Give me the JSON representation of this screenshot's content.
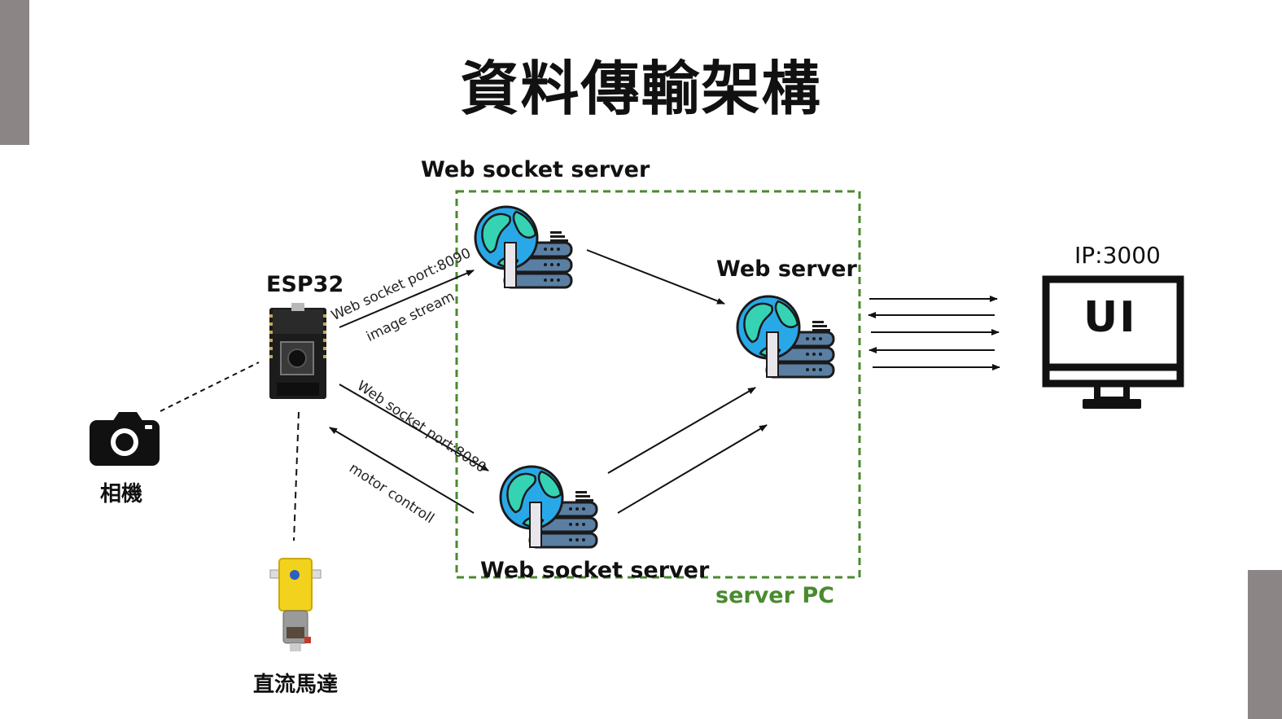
{
  "title": "資料傳輸架構",
  "labels": {
    "ws_server_top": "Web socket server",
    "ws_server_bottom": "Web socket server",
    "web_server": "Web server",
    "esp32": "ESP32",
    "camera": "相機",
    "motor": "直流馬達",
    "server_pc": "server PC",
    "ip": "IP:3000",
    "ui": "UI"
  },
  "edges": {
    "port_8090": "Web socket port:8090",
    "image_stream": "image stream",
    "port_8080": "Web socket port:8080",
    "motor_control": "motor controll"
  },
  "colors": {
    "server_pc_border": "#4a8a2f",
    "server_pc_text": "#4a8a2f",
    "globe_ocean": "#29a8e8",
    "globe_land": "#35d3b4",
    "rack": "#5b7fa3",
    "side_bar": "#8b8685"
  },
  "icons": [
    "camera-icon",
    "esp32-board-icon",
    "dc-motor-icon",
    "globe-server-icon",
    "monitor-icon"
  ]
}
